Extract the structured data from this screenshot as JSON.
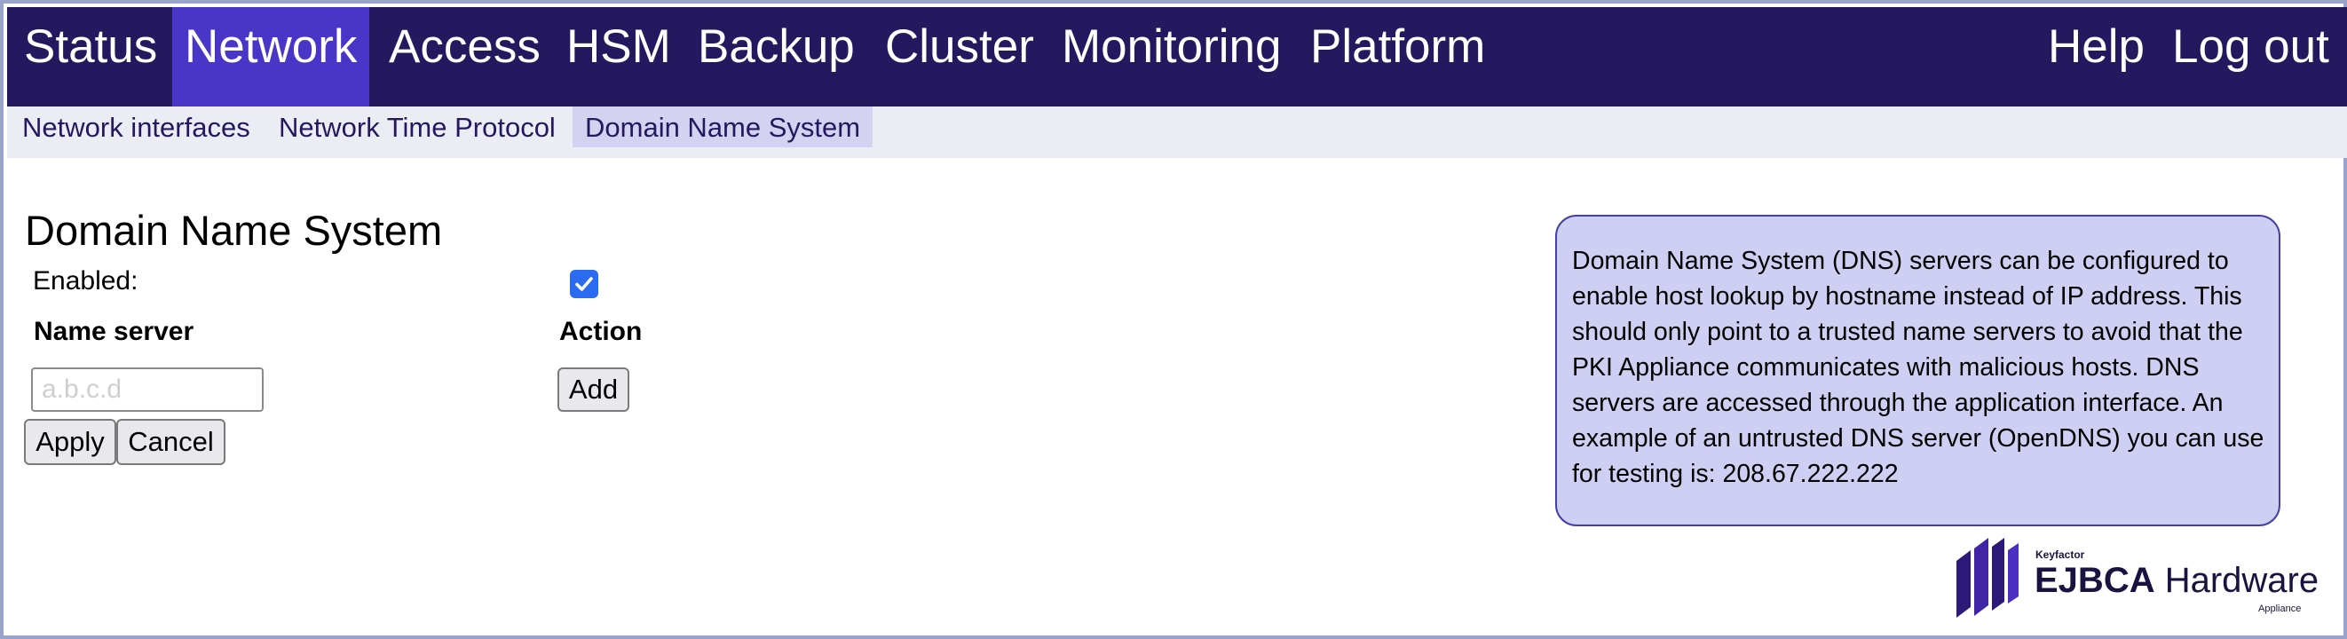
{
  "nav": {
    "items": [
      {
        "label": "Status"
      },
      {
        "label": "Network"
      },
      {
        "label": "Access"
      },
      {
        "label": "HSM"
      },
      {
        "label": "Backup"
      },
      {
        "label": "Cluster"
      },
      {
        "label": "Monitoring"
      },
      {
        "label": "Platform"
      }
    ],
    "active": "Network",
    "help": "Help",
    "logout": "Log out"
  },
  "subnav": {
    "items": [
      {
        "label": "Network interfaces"
      },
      {
        "label": "Network Time Protocol"
      },
      {
        "label": "Domain Name System"
      }
    ],
    "active": "Domain Name System"
  },
  "page": {
    "title": "Domain Name System",
    "enabled_label": "Enabled:",
    "enabled_checked": true,
    "col_name_server": "Name server",
    "col_action": "Action",
    "ns_placeholder": "a.b.c.d",
    "ns_value": "",
    "add_label": "Add",
    "apply_label": "Apply",
    "cancel_label": "Cancel"
  },
  "help": {
    "text": "Domain Name System (DNS) servers can be configured to enable host lookup by hostname instead of IP address. This should only point to a trusted name servers to avoid that the PKI Appliance communicates with malicious hosts. DNS servers are accessed through the application interface. An example of an untrusted DNS server (OpenDNS) you can use for testing is: 208.67.222.222"
  },
  "logo": {
    "company": "Keyfactor",
    "product_bold": "EJBCA",
    "product_rest": " Hardware",
    "appliance": "Appliance"
  },
  "colors": {
    "nav_bg": "#24195e",
    "nav_active": "#4a35c9",
    "subnav_bg": "#ecedf4",
    "subnav_active": "#d3d3f1",
    "help_bg": "#cfcff3",
    "help_border": "#4340a6",
    "checkbox": "#2a6bef"
  }
}
